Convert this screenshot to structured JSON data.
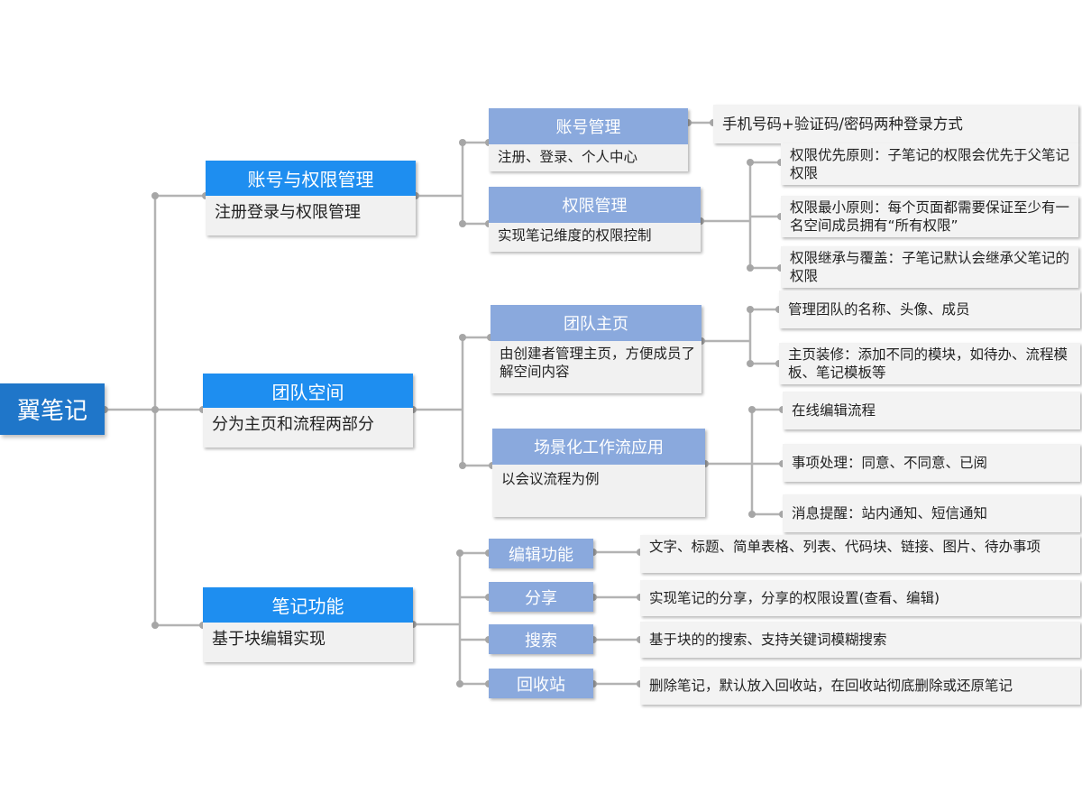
{
  "root": {
    "label": "翼笔记"
  },
  "branches": [
    {
      "title": "账号与权限管理",
      "desc": "注册登录与权限管理",
      "children": [
        {
          "title": "账号管理",
          "desc": "注册、登录、个人中心",
          "leaves": [
            "手机号码+验证码/密码两种登录方式"
          ]
        },
        {
          "title": "权限管理",
          "desc": "实现笔记维度的权限控制",
          "leaves": [
            "权限优先原则：子笔记的权限会优先于父笔记权限",
            "权限最小原则：每个页面都需要保证至少有一名空间成员拥有“所有权限”",
            "权限继承与覆盖：子笔记默认会继承父笔记的权限"
          ]
        }
      ]
    },
    {
      "title": "团队空间",
      "desc": "分为主页和流程两部分",
      "children": [
        {
          "title": "团队主页",
          "desc": "由创建者管理主页，方便成员了解空间内容",
          "leaves": [
            "管理团队的名称、头像、成员",
            "主页装修：添加不同的模块，如待办、流程模板、笔记模板等"
          ]
        },
        {
          "title": "场景化工作流应用",
          "desc": "以会议流程为例",
          "leaves": [
            "在线编辑流程",
            "事项处理：同意、不同意、已阅",
            "消息提醒：站内通知、短信通知"
          ]
        }
      ]
    },
    {
      "title": "笔记功能",
      "desc": "基于块编辑实现",
      "children": [
        {
          "title": "编辑功能",
          "leaves": [
            "文字、标题、简单表格、列表、代码块、链接、图片、待办事项"
          ]
        },
        {
          "title": "分享",
          "leaves": [
            "实现笔记的分享，分享的权限设置(查看、编辑)"
          ]
        },
        {
          "title": "搜索",
          "leaves": [
            "基于块的的搜索、支持关键词模糊搜索"
          ]
        },
        {
          "title": "回收站",
          "leaves": [
            "删除笔记，默认放入回收站，在回收站彻底删除或还原笔记"
          ]
        }
      ]
    }
  ]
}
